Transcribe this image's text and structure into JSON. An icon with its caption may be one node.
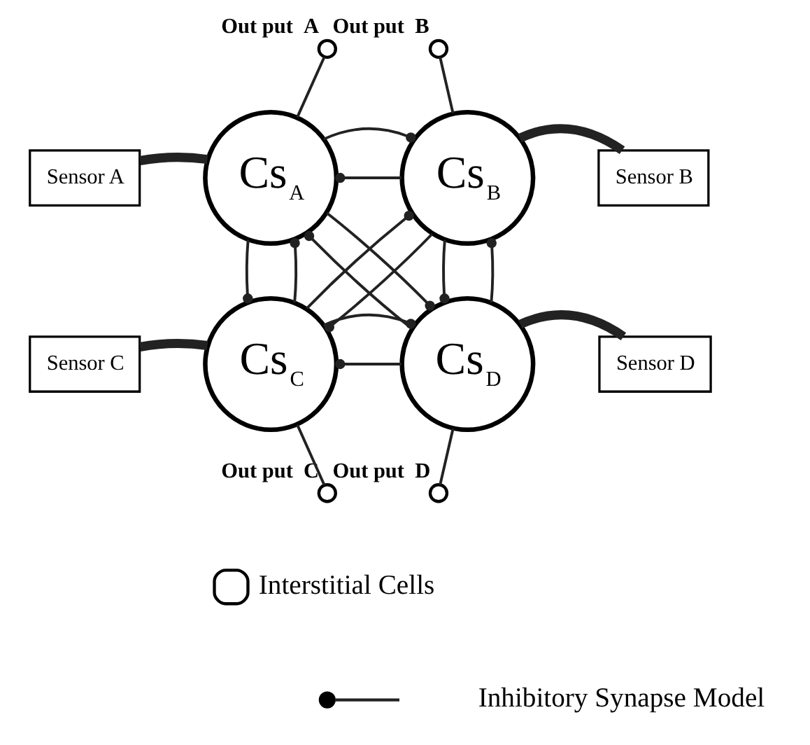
{
  "diagram": {
    "nodes": [
      {
        "text": [],
        "shape": "circle",
        "beside": [
          "Out put  A"
        ]
      },
      {
        "text": [],
        "shape": "circle",
        "beside": [
          "Out put  B"
        ]
      },
      {
        "text": [
          "Sensor A"
        ]
      },
      {
        "text": [
          "Cs$_{A}$"
        ]
      },
      {
        "text": [
          "Cs$_{B}$"
        ]
      },
      {
        "text": [
          "Sensor B"
        ]
      },
      {
        "text": [
          "Sensor C"
        ]
      },
      {
        "text": [
          "Cs$_{C}$"
        ]
      },
      {
        "text": [
          "Cs$_{D}$"
        ]
      },
      {
        "text": [
          "Sensor D"
        ]
      },
      {
        "text": [],
        "shape": "circle",
        "beside": [
          "Out put  C"
        ]
      },
      {
        "text": [],
        "shape": "circle",
        "beside": [
          "Out put  D"
        ]
      }
    ],
    "edges": [
      {
        "from": 3,
        "to": 0,
        "arrow": "none"
      },
      {
        "from": 4,
        "to": 1,
        "arrow": "none"
      },
      {
        "from": 2,
        "to": 3,
        "arrow": "none",
        "style": "thick"
      },
      {
        "from": 4,
        "to": 3,
        "arrow": "other"
      },
      {
        "from": 3,
        "to": 4,
        "arrow": "other"
      },
      {
        "from": 4,
        "to": 5,
        "arrow": "none",
        "style": "thick"
      },
      {
        "from": 3,
        "to": 7,
        "arrow": "other"
      },
      {
        "from": 7,
        "to": 3,
        "arrow": "other"
      },
      {
        "from": 8,
        "to": 3,
        "arrow": "other"
      },
      {
        "from": 3,
        "to": 8,
        "arrow": "other"
      },
      {
        "from": 7,
        "to": 4,
        "arrow": "other"
      },
      {
        "from": 4,
        "to": 7,
        "arrow": "other"
      },
      {
        "from": 4,
        "to": 8,
        "arrow": "other"
      },
      {
        "from": 8,
        "to": 4,
        "arrow": "other"
      },
      {
        "from": 6,
        "to": 7,
        "arrow": "none",
        "style": "thick"
      },
      {
        "from": 8,
        "to": 7,
        "arrow": "other"
      },
      {
        "from": 7,
        "to": 8,
        "arrow": "other"
      },
      {
        "from": 8,
        "to": 9,
        "arrow": "none",
        "style": "thick"
      },
      {
        "from": 7,
        "to": 10,
        "arrow": "none"
      },
      {
        "from": 8,
        "to": 11,
        "arrow": "none"
      }
    ],
    "legend": [
      {
        "text": "Interstitial Cells"
      },
      {
        "text": "Inhibitory Synapse Model"
      }
    ]
  }
}
